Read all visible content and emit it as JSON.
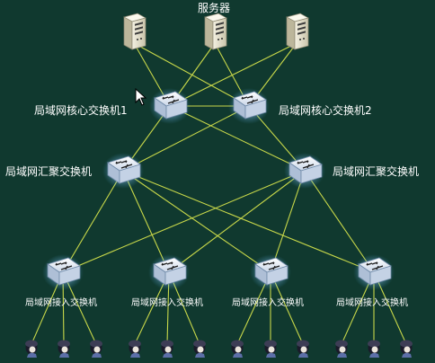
{
  "labels": {
    "servers": "服务器",
    "core1": "局域网核心交换机1",
    "core2": "局域网核心交换机2",
    "agg_left": "局域网汇聚交换机",
    "agg_right": "局域网汇聚交换机",
    "access1": "局域网接入交换机",
    "access2": "局域网接入交换机",
    "access3": "局域网接入交换机",
    "access4": "局域网接入交换机"
  },
  "colors": {
    "background": "#10392f",
    "link": "#c8d84a",
    "switch_body": "#dfe7f2",
    "switch_glow": "#9fd2ff",
    "server": "#e6e2cf",
    "user": "#1a1a2a"
  },
  "icons": {
    "server": "server-icon",
    "switch": "switch-icon",
    "user": "user-icon",
    "cursor": "cursor-icon"
  }
}
